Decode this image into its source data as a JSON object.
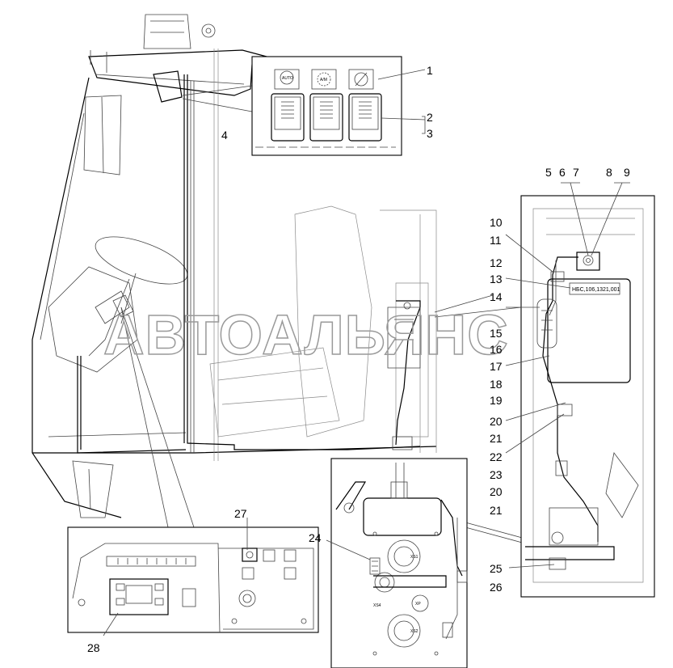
{
  "watermark": "АВТОАЛЬЯНС",
  "label_plate_text": "НБС,106,1321,001",
  "switch_icons": [
    "AUTO",
    "A/M",
    "slash-gear"
  ],
  "connector_marks": [
    "XS1",
    "XS2",
    "XP",
    "XS4"
  ],
  "callouts": [
    {
      "id": "c1",
      "text": "1"
    },
    {
      "id": "c2",
      "text": "2"
    },
    {
      "id": "c3",
      "text": "3"
    },
    {
      "id": "c4",
      "text": "4"
    },
    {
      "id": "c5",
      "text": "5"
    },
    {
      "id": "c6",
      "text": "6"
    },
    {
      "id": "c7",
      "text": "7"
    },
    {
      "id": "c8",
      "text": "8"
    },
    {
      "id": "c9",
      "text": "9"
    },
    {
      "id": "c10",
      "text": "10"
    },
    {
      "id": "c11",
      "text": "11"
    },
    {
      "id": "c12",
      "text": "12"
    },
    {
      "id": "c13",
      "text": "13"
    },
    {
      "id": "c14",
      "text": "14"
    },
    {
      "id": "c15",
      "text": "15"
    },
    {
      "id": "c16",
      "text": "16"
    },
    {
      "id": "c17",
      "text": "17"
    },
    {
      "id": "c18",
      "text": "18"
    },
    {
      "id": "c19",
      "text": "19"
    },
    {
      "id": "c20a",
      "text": "20"
    },
    {
      "id": "c21a",
      "text": "21"
    },
    {
      "id": "c22",
      "text": "22"
    },
    {
      "id": "c23",
      "text": "23"
    },
    {
      "id": "c20b",
      "text": "20"
    },
    {
      "id": "c21b",
      "text": "21"
    },
    {
      "id": "c24",
      "text": "24"
    },
    {
      "id": "c25",
      "text": "25"
    },
    {
      "id": "c26",
      "text": "26"
    },
    {
      "id": "c27",
      "text": "27"
    },
    {
      "id": "c28",
      "text": "28"
    }
  ]
}
